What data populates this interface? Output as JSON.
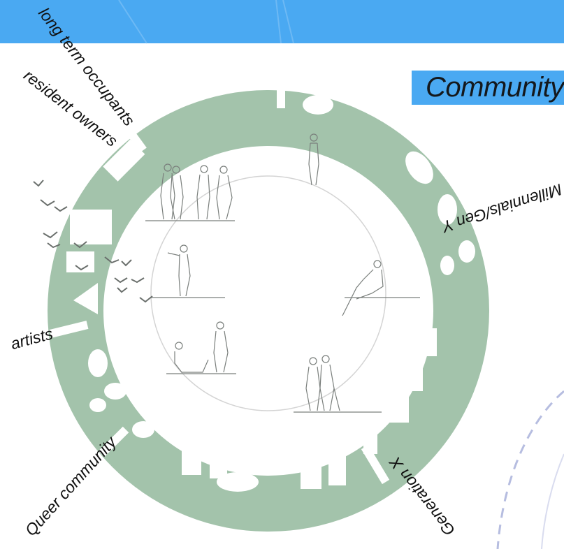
{
  "title": "Community",
  "colors": {
    "banner": "#4aa9f2",
    "ring": "#a3c3ab",
    "figures": "#7a7f7c",
    "birds": "#6a6f6c"
  },
  "groups": [
    {
      "name": "long term occupants"
    },
    {
      "name": "resident owners"
    },
    {
      "name": "Millennials/Gen Y"
    },
    {
      "name": "artists"
    },
    {
      "name": "Queer community"
    },
    {
      "name": "Generation X"
    }
  ]
}
